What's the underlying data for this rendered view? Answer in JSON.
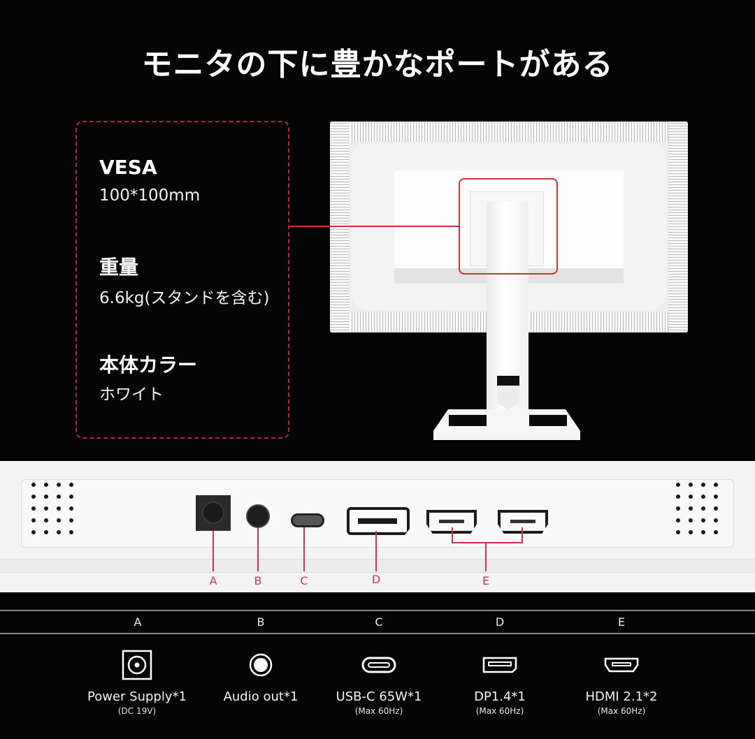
{
  "title": "モニタの下に豊かなポートがある",
  "specs": [
    {
      "heading": "VESA",
      "value": "100*100mm"
    },
    {
      "heading": "重量",
      "value": "6.6kg(スタンドを含む)"
    },
    {
      "heading": "本体カラー",
      "value": "ホワイト"
    }
  ],
  "callouts": [
    "A",
    "B",
    "C",
    "D",
    "E"
  ],
  "ports": [
    {
      "letter": "A",
      "icon": "power-supply-icon",
      "label": "Power Supply*1",
      "sub": "(DC 19V)"
    },
    {
      "letter": "B",
      "icon": "audio-jack-icon",
      "label": "Audio out*1",
      "sub": ""
    },
    {
      "letter": "C",
      "icon": "usb-c-icon",
      "label": "USB-C 65W*1",
      "sub": "(Max 60Hz)"
    },
    {
      "letter": "D",
      "icon": "displayport-icon",
      "label": "DP1.4*1",
      "sub": "(Max 60Hz)"
    },
    {
      "letter": "E",
      "icon": "hdmi-icon",
      "label": "HDMI 2.1*2",
      "sub": "(Max 60Hz)"
    }
  ],
  "colors": {
    "accent_red": "#c8323c",
    "background": "#050505",
    "monitor_white": "#f4f4f4"
  }
}
